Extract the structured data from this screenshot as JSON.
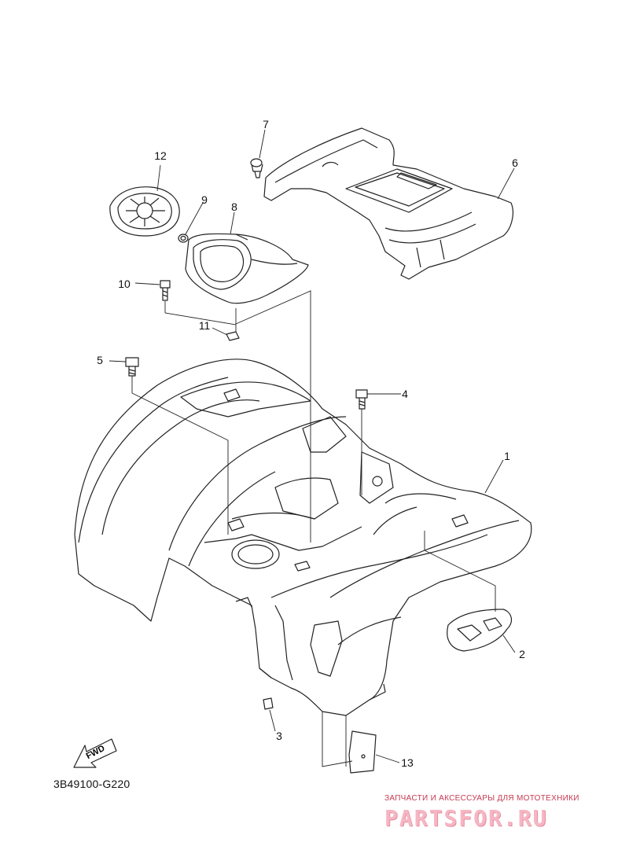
{
  "callouts": {
    "c1": "1",
    "c2": "2",
    "c3": "3",
    "c4": "4",
    "c5": "5",
    "c6": "6",
    "c7": "7",
    "c8": "8",
    "c9": "9",
    "c10": "10",
    "c11": "11",
    "c12": "12",
    "c13": "13"
  },
  "fwd_label": "FWD",
  "drawing_code": "3B49100-G220",
  "watermark": {
    "tagline": "ЗАПЧАСТИ И АКСЕССУАРЫ ДЛЯ МОТОТЕХНИКИ",
    "logo": "PARTSFOR.RU"
  },
  "colors": {
    "line": "#222222",
    "watermark": "#c33a52"
  }
}
